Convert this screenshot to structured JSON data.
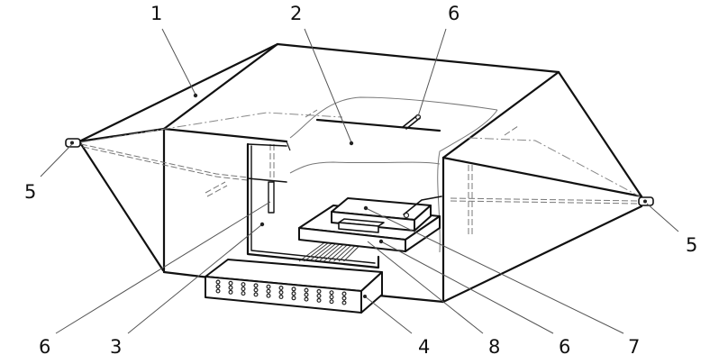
{
  "figure": {
    "description": "Perspective technical drawing of an enclosure with inner frame, stacked plates, ribbon connector and terminal block",
    "reference_labels": [
      {
        "id": "label-1-top",
        "text": "1",
        "part": "outer-shell-side-panel"
      },
      {
        "id": "label-2-top",
        "text": "2",
        "part": "inner-chamber"
      },
      {
        "id": "label-6-top",
        "text": "6",
        "part": "rod-top"
      },
      {
        "id": "label-5-left",
        "text": "5",
        "part": "left-mount-bracket"
      },
      {
        "id": "label-5-right",
        "text": "5",
        "part": "right-mount-bracket"
      },
      {
        "id": "label-6-bottom-left",
        "text": "6",
        "part": "rod-left"
      },
      {
        "id": "label-3-bottom",
        "text": "3",
        "part": "inner-frame"
      },
      {
        "id": "label-4-bottom",
        "text": "4",
        "part": "terminal-block"
      },
      {
        "id": "label-8-bottom",
        "text": "8",
        "part": "ribbon-connector"
      },
      {
        "id": "label-6-bottom-right",
        "text": "6",
        "part": "rod-right"
      },
      {
        "id": "label-7-bottom",
        "text": "7",
        "part": "upper-plate"
      }
    ],
    "terminal_block": {
      "columns": 11,
      "rows": 3
    }
  }
}
